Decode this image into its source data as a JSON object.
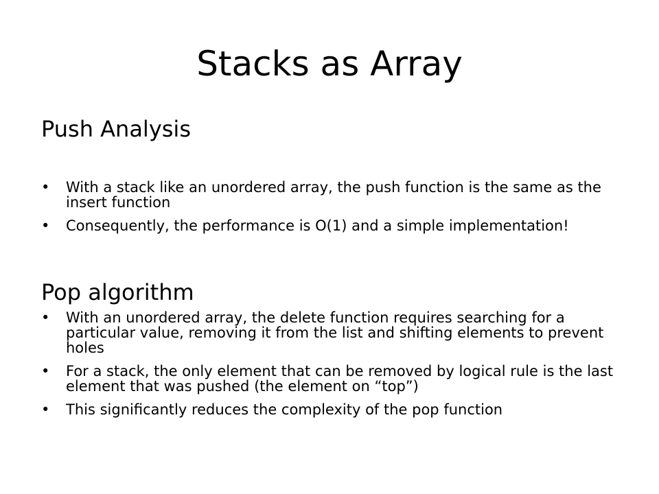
{
  "slide": {
    "title": "Stacks as Array",
    "sections": [
      {
        "heading": "Push Analysis",
        "bullets": [
          "With a stack like an unordered array, the push function is the same as the insert function",
          "Consequently, the performance is O(1) and a simple implementation!"
        ]
      },
      {
        "heading": "Pop algorithm",
        "bullets": [
          "With an unordered array, the delete function requires searching for a particular value, removing it from the list and shifting elements to prevent holes",
          "For a stack, the only element that can be removed by logical rule is the last element that was pushed (the element on “top”)",
          "This significantly reduces the complexity of the pop function"
        ]
      }
    ],
    "bullet_glyph": "•"
  }
}
